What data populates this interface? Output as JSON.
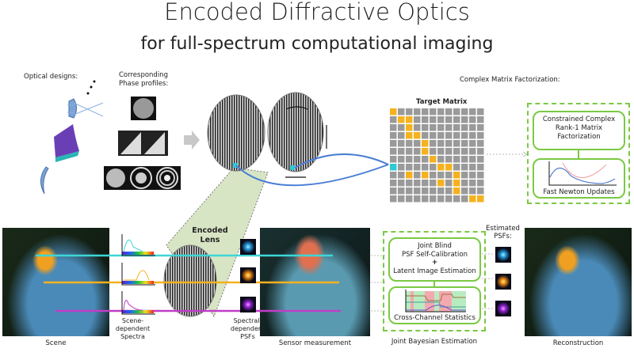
{
  "title": "Encoded Diffractive Optics",
  "subtitle": "for full-spectrum computational imaging",
  "top_left": {
    "optical_designs": "Optical designs:",
    "phase_profiles_line1": "Corresponding",
    "phase_profiles_line2": "Phase profiles:"
  },
  "matrix": {
    "section_title": "Complex Matrix Factorization:",
    "label": "Target Matrix",
    "highlight_color": "#f5b21e",
    "cell_color": "#9a9a9a",
    "selected_color": "#2ec9d4",
    "highlighted": [
      [
        0,
        0
      ],
      [
        1,
        1
      ],
      [
        1,
        2
      ],
      [
        2,
        2
      ],
      [
        3,
        2
      ],
      [
        3,
        3
      ],
      [
        4,
        4
      ],
      [
        5,
        4
      ],
      [
        6,
        5
      ],
      [
        7,
        6
      ],
      [
        7,
        7
      ],
      [
        8,
        2
      ],
      [
        8,
        4
      ],
      [
        8,
        8
      ],
      [
        9,
        6
      ],
      [
        9,
        8
      ],
      [
        10,
        8
      ],
      [
        11,
        10
      ],
      [
        11,
        11
      ]
    ],
    "selected": [
      7,
      0
    ]
  },
  "factorization": {
    "box_line1": "Constrained Complex",
    "box_line2": "Rank-1 Matrix",
    "box_line3": "Factorization",
    "updates": "Fast Newton Updates"
  },
  "bottom": {
    "scene": "Scene",
    "spectra_line1": "Scene-",
    "spectra_line2": "dependent",
    "spectra_line3": "Spectra",
    "lens_line1": "Encoded",
    "lens_line2": "Lens",
    "psfs_line1": "Spectral-",
    "psfs_line2": "dependent",
    "psfs_line3": "PSFs",
    "sensor": "Sensor measurement",
    "joint_line1": "Joint Blind",
    "joint_line2": "PSF Self-Calibration",
    "joint_plus": "+",
    "joint_line3": "Latent Image Estimation",
    "cross_channel": "Cross-Channel Statistics",
    "bayesian": "Joint Bayesian Estimation",
    "estimated_line1": "Estimated",
    "estimated_line2": "PSFs:",
    "reconstruction": "Reconstruction",
    "ray_colors": [
      "#3dd6d6",
      "#f5b21e",
      "#c03cc8"
    ]
  },
  "colors": {
    "accent_green": "#7ac943",
    "arrow_blue": "#4a7fd4"
  }
}
